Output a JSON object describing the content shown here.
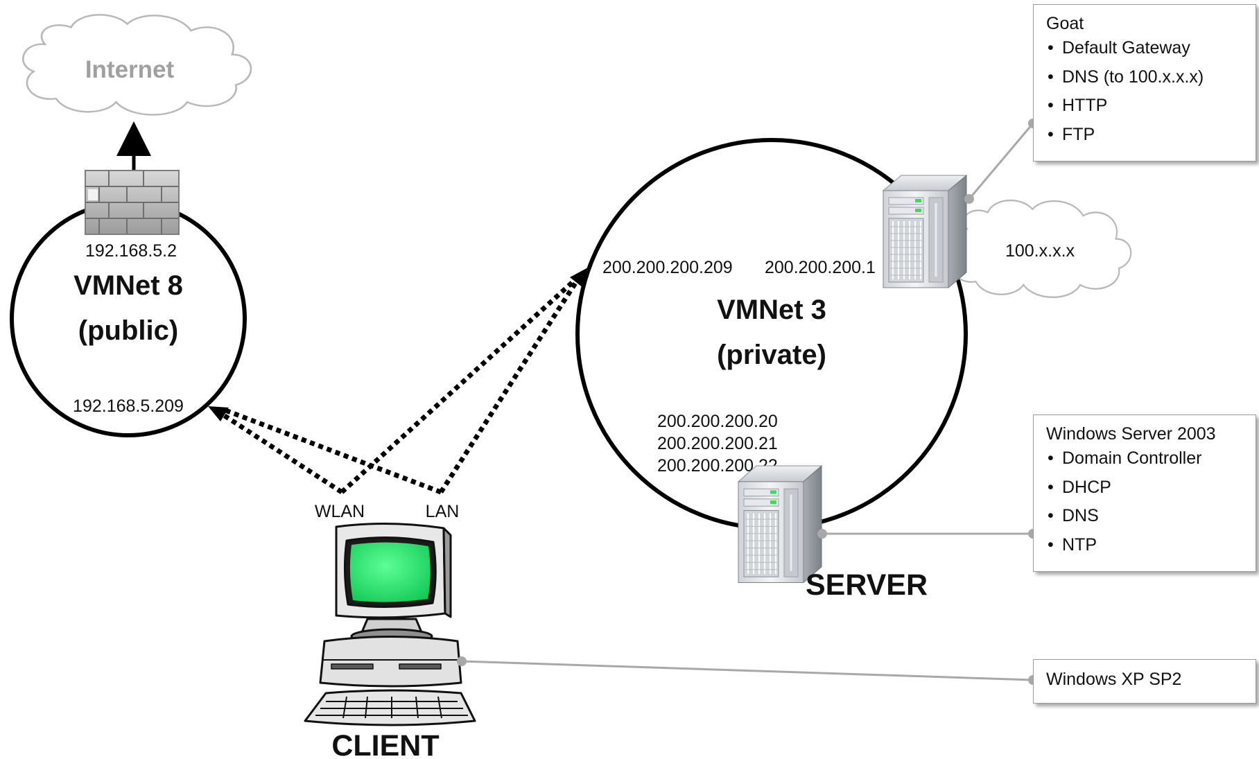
{
  "internet": {
    "label": "Internet"
  },
  "vmnet8": {
    "title": "VMNet 8",
    "subtitle": "(public)",
    "gateway_ip": "192.168.5.2",
    "client_ip": "192.168.5.209"
  },
  "vmnet3": {
    "title": "VMNet 3",
    "subtitle": "(private)",
    "client_ip": "200.200.200.209",
    "goat_ip": "200.200.200.1",
    "server_ips": [
      "200.200.200.20",
      "200.200.200.21",
      "200.200.200.22"
    ]
  },
  "external_cloud": {
    "label": "100.x.x.x"
  },
  "client": {
    "label": "CLIENT",
    "wlan_label": "WLAN",
    "lan_label": "LAN"
  },
  "server": {
    "label": "SERVER"
  },
  "info_boxes": {
    "goat": {
      "title": "Goat",
      "items": [
        "Default Gateway",
        "DNS (to 100.x.x.x)",
        "HTTP",
        "FTP"
      ]
    },
    "windows_server": {
      "title": "Windows Server 2003",
      "items": [
        "Domain Controller",
        "DHCP",
        "DNS",
        "NTP"
      ]
    },
    "client_os": {
      "title": "Windows XP SP2"
    }
  },
  "colors": {
    "screen": "#22ee6a",
    "cloud_stroke": "#b8b8b8",
    "internet_text": "#a0a0a0",
    "connector": "#a8a8a8"
  }
}
